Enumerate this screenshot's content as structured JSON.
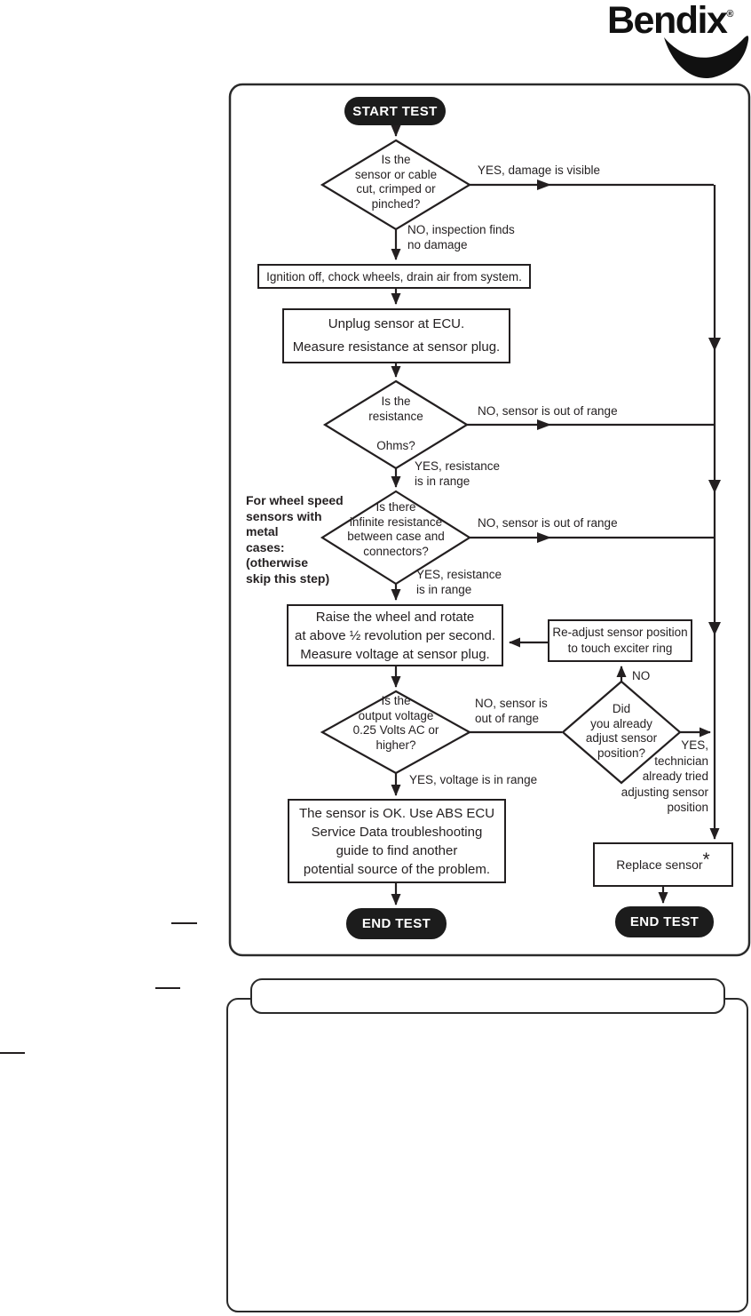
{
  "logo": {
    "brand": "Bendix",
    "registered": "®"
  },
  "flow": {
    "start": "START TEST",
    "end_left": "END TEST",
    "end_right": "END TEST",
    "side_note": "For wheel speed\nsensors with\nmetal\ncases:\n(otherwise\nskip this step)",
    "d1": "Is the\nsensor or cable\ncut, crimped or\npinched?",
    "d2": "Is the\nresistance\n\nOhms?",
    "d3": "Is there\ninfinite resistance\nbetween case and\nconnectors?",
    "d4": "Is the\noutput voltage\n0.25 Volts AC or\nhigher?",
    "d5": "Did\nyou already\nadjust sensor\nposition?",
    "box_ignition": "Ignition off, chock wheels, drain air from system.",
    "box_unplug": "Unplug sensor at ECU.\nMeasure resistance at sensor plug.",
    "box_raise": "Raise the wheel and rotate\nat above ½ revolution per second.\nMeasure voltage at sensor plug.",
    "box_readjust": "Re-adjust sensor position\nto touch exciter ring",
    "box_ok": "The sensor is OK.  Use ABS ECU\nService Data troubleshooting\nguide to find another\npotential source of the problem.",
    "box_replace": "Replace sensor",
    "replace_mark": "*",
    "lbl_yes_damage": "YES, damage is visible",
    "lbl_no_damage": "NO, inspection finds\nno damage",
    "lbl_no_range1": "NO, sensor is out of range",
    "lbl_yes_range1": "YES, resistance\nis in range",
    "lbl_no_range2": "NO, sensor is out of range",
    "lbl_yes_range2": "YES, resistance\nis in range",
    "lbl_no_range3": "NO, sensor is\nout of range",
    "lbl_yes_voltage": "YES, voltage is in range",
    "lbl_no": "NO",
    "lbl_yes_adjusted": "YES,\ntechnician\nalready tried\nadjusting sensor\nposition"
  }
}
